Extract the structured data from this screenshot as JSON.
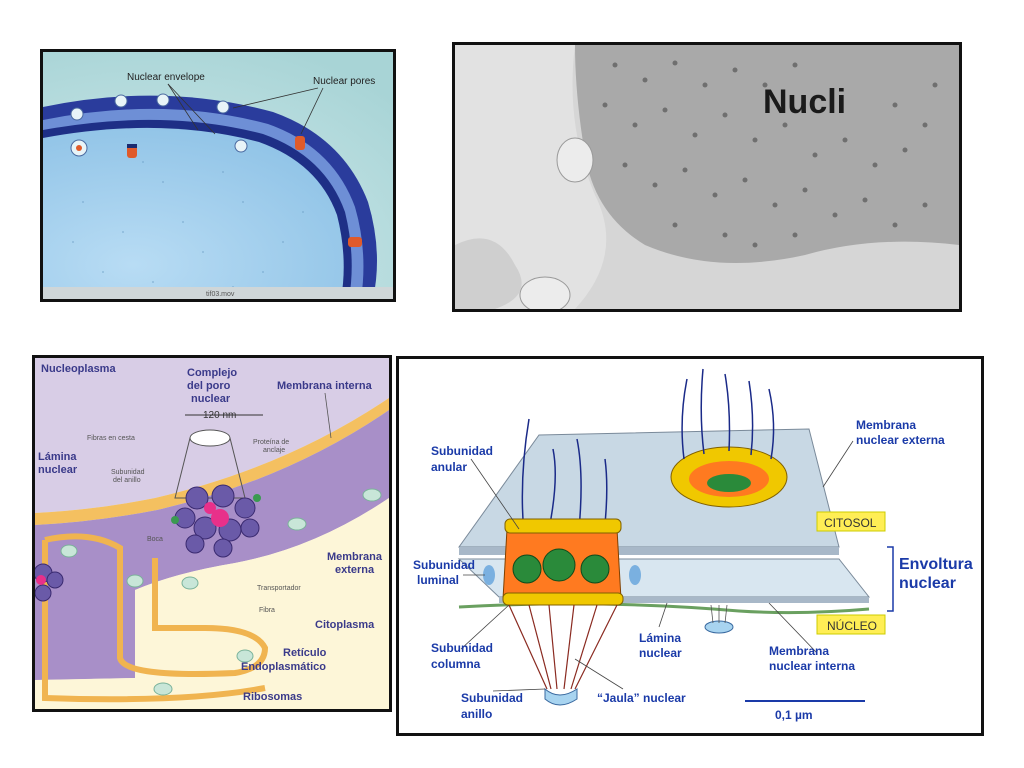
{
  "panel1": {
    "labels": {
      "nuclear_envelope": "Nuclear envelope",
      "nuclear_pores": "Nuclear pores",
      "caption": "tif03.mov"
    }
  },
  "panel2": {
    "title": "Nucli"
  },
  "panel3": {
    "labels": {
      "nucleoplasma": "Nucleoplasma",
      "complejo1": "Complejo",
      "complejo2": "del poro",
      "complejo3": "nuclear",
      "size": "120 nm",
      "membrana_interna": "Membrana interna",
      "fibras": "Fibras en cesta",
      "proteina1": "Proteína de",
      "proteina2": "anclaje",
      "lamina1": "Lámina",
      "lamina2": "nuclear",
      "subunidad1": "Subunidad",
      "subunidad2": "del anillo",
      "boca": "Boca",
      "membrana_externa1": "Membrana",
      "membrana_externa2": "externa",
      "transportador": "Transportador",
      "fibra": "Fibra",
      "citoplasma": "Citoplasma",
      "reticulo1": "Retículo",
      "reticulo2": "Endoplasmático",
      "ribosomas": "Ribosomas"
    }
  },
  "panel4": {
    "labels": {
      "membrana_ext1": "Membrana",
      "membrana_ext2": "nuclear externa",
      "subunidad_anular1": "Subunidad",
      "subunidad_anular2": "anular",
      "citosol": "CITOSOL",
      "envoltura1": "Envoltura",
      "envoltura2": "nuclear",
      "subunidad_luminal1": "Subunidad",
      "subunidad_luminal2": "luminal",
      "nucleo": "NÚCLEO",
      "lamina1": "Lámina",
      "lamina2": "nuclear",
      "membrana_int1": "Membrana",
      "membrana_int2": "nuclear interna",
      "subunidad_columna1": "Subunidad",
      "subunidad_columna2": "columna",
      "subunidad_anillo1": "Subunidad",
      "subunidad_anillo2": "anillo",
      "jaula": "“Jaula” nuclear",
      "scale": "0,1 µm"
    },
    "colors": {
      "label_blue": "#1a3aa8",
      "highlight": "#ffee55"
    }
  }
}
